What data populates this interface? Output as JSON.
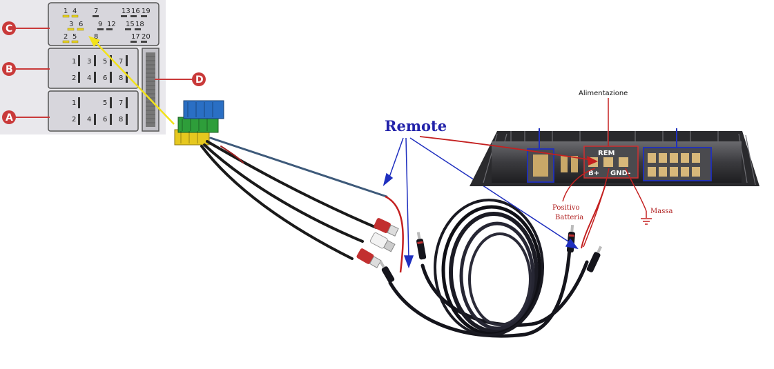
{
  "connector": {
    "labels": {
      "a": "A",
      "b": "B",
      "c": "C",
      "d": "D"
    },
    "pins_c_row1": [
      "1",
      "4",
      "7",
      "13",
      "16",
      "19"
    ],
    "pins_c_row2": [
      "3",
      "6",
      "9",
      "12",
      "15",
      "18"
    ],
    "pins_c_row3": [
      "2",
      "5",
      "8",
      "17",
      "20"
    ],
    "pins_b": [
      "1",
      "3",
      "5",
      "7",
      "2",
      "4",
      "6",
      "8"
    ],
    "pins_a": [
      "1",
      "5",
      "7",
      "2",
      "4",
      "6",
      "8"
    ]
  },
  "remote_label": "Remote",
  "amplifier": {
    "title": "Alimentazione",
    "rem": "REM",
    "bplus": "B+",
    "gnd": "GND-"
  },
  "notes": {
    "positivo_line1": "Positivo",
    "positivo_line2": "Batteria",
    "massa": "Massa"
  },
  "colors": {
    "blue": "#1f2fbf",
    "red": "#c42020",
    "yellow": "#f2e21a",
    "connector_bg": "#d7d6dc",
    "amp_body": "#3c3c3f"
  }
}
